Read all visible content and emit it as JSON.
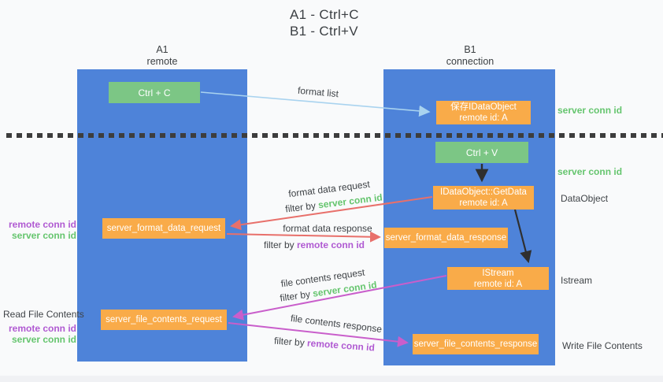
{
  "title": {
    "line1": "A1 - Ctrl+C",
    "line2": "B1 - Ctrl+V"
  },
  "lanes": {
    "left": {
      "name": "A1",
      "role": "remote"
    },
    "right": {
      "name": "B1",
      "role": "connection"
    }
  },
  "boxes": {
    "ctrl_c": {
      "label": "Ctrl + C"
    },
    "save_dataobject": {
      "line1": "保存IDataObject",
      "line2": "remote id: A"
    },
    "ctrl_v": {
      "label": "Ctrl + V"
    },
    "getdata": {
      "line1": "IDataObject::GetData",
      "line2": "remote id: A"
    },
    "format_request": {
      "label": "server_format_data_request"
    },
    "format_response": {
      "label": "server_format_data_response"
    },
    "istream": {
      "line1": "IStream",
      "line2": "remote id: A"
    },
    "file_request": {
      "label": "server_file_contents_request"
    },
    "file_response": {
      "label": "server_file_contents_response"
    }
  },
  "arrow_labels": {
    "format_list": "format list",
    "format_data_request": "format data request",
    "format_data_response": "format data response",
    "file_contents_request": "file contents request",
    "file_contents_response": "file contents response",
    "filter_by": "filter by ",
    "server_conn_id": "server conn id",
    "remote_conn_id": "remote conn id"
  },
  "side_labels": {
    "server_conn_id_top": "server conn id",
    "server_conn_id_mid": "server conn id",
    "dataobject": "DataObject",
    "istream": "Istream",
    "write_file_contents": "Write File Contents",
    "read_file_contents": "Read File Contents",
    "remote_conn_id": "remote conn id",
    "server_conn_id": "server conn id"
  },
  "colors": {
    "lane_blue": "#4e83d9",
    "box_green": "#7cc685",
    "box_orange": "#f9ab49",
    "arrow_red": "#e8706b",
    "arrow_magenta": "#c95ecb",
    "arrow_lightblue": "#a9d3ef",
    "arrow_black": "#2f2f2f",
    "text_green": "#65c56e",
    "text_purple": "#b05ad2",
    "text_dark": "#3f4347",
    "dotted_line": "#3d3d3d",
    "background": "#f9fafb"
  }
}
